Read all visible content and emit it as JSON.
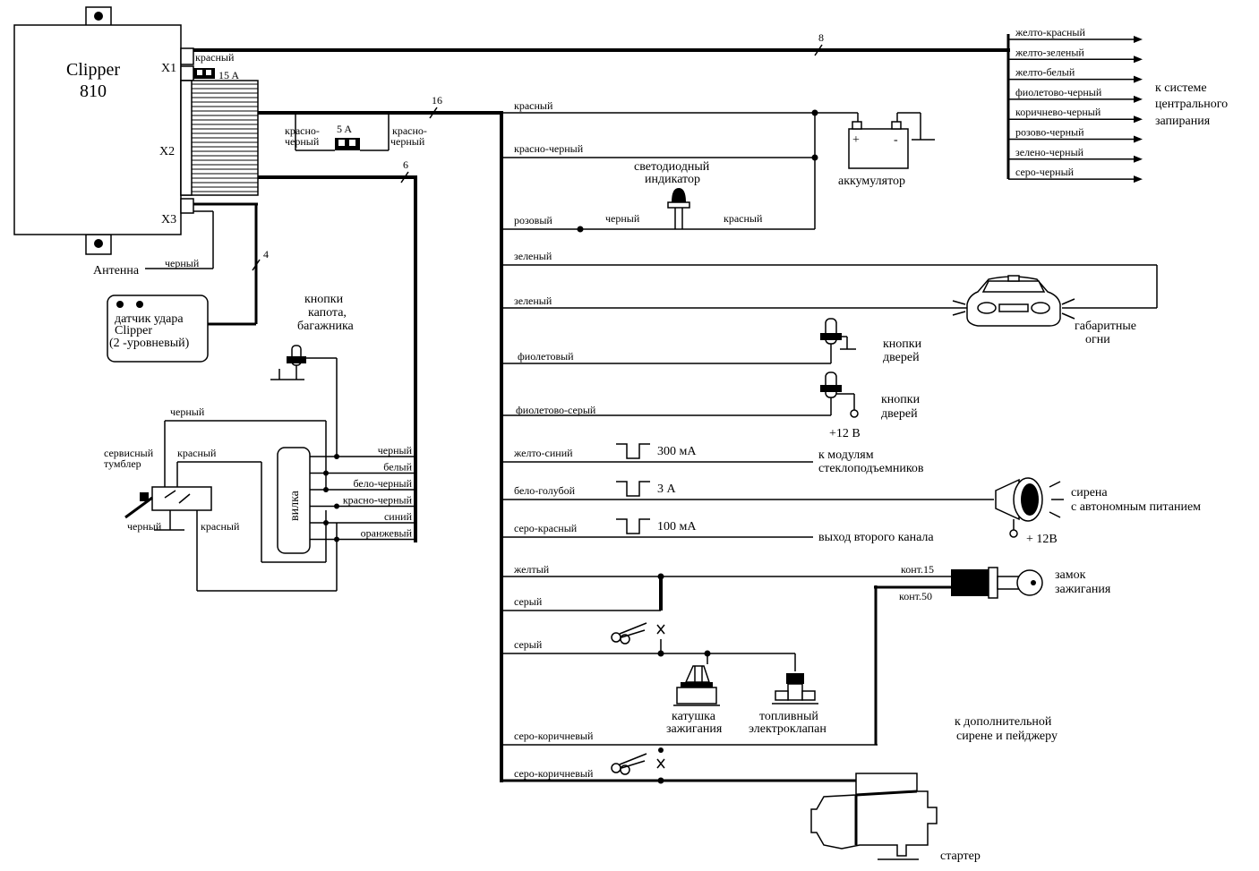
{
  "unit": {
    "brand": "Clipper",
    "model": "810",
    "x1": "X1",
    "x2": "X2",
    "x3": "X3"
  },
  "bus_counts": {
    "n8": "8",
    "n16": "16",
    "n6": "6",
    "n4": "4"
  },
  "fuses": {
    "f15": "15 A",
    "f5": "5 A"
  },
  "left": {
    "red_x1": "красный",
    "red_black_a": "красно-",
    "red_black_b": "черный",
    "red_black2_a": "красно-",
    "red_black2_b": "черный",
    "antenna": "Антенна",
    "antenna_black": "черный",
    "shock_1": "датчик удара",
    "shock_2": "Clipper",
    "shock_3": "(2 -уровневый)",
    "hood_1": "кнопки",
    "hood_2": "капота,",
    "hood_3": "багажника",
    "plug": "вилка",
    "toggle_1": "сервисный",
    "toggle_2": "тумблер",
    "tg_black_top": "черный",
    "tg_red_top": "красный",
    "tg_black_bot": "черный",
    "tg_red_bot": "красный",
    "plug_wires": [
      "черный",
      "белый",
      "бело-черный",
      "красно-черный",
      "синий",
      "оранжевый"
    ]
  },
  "central_lock": {
    "wires": [
      "желто-красный",
      "желто-зеленый",
      "желто-белый",
      "фиолетово-черный",
      "коричнево-черный",
      "розово-черный",
      "зелено-черный",
      "серо-черный"
    ],
    "target_1": "к системе",
    "target_2": "центрального",
    "target_3": "запирания"
  },
  "main": {
    "w_red": "красный",
    "w_red_black": "красно-черный",
    "w_pink": "розовый",
    "pink_black": "черный",
    "pink_red": "красный",
    "led_1": "светодиодный",
    "led_2": "индикатор",
    "battery": "аккумулятор",
    "bat_plus": "+",
    "bat_minus": "-",
    "w_green1": "зеленый",
    "w_green2": "зеленый",
    "lights_1": "габаритные",
    "lights_2": "огни",
    "w_violet": "фиолетовый",
    "door1_1": "кнопки",
    "door1_2": "дверей",
    "w_violet_gray": "фиолетово-серый",
    "door2_1": "кнопки",
    "door2_2": "дверей",
    "plus12_a": "+12 В",
    "w_yellow_blue": "желто-синий",
    "ma300": "300 мА",
    "windows_1": "к модулям",
    "windows_2": "стеклоподъемников",
    "w_white_blue": "бело-голубой",
    "a3": "3 А",
    "siren_1": "сирена",
    "siren_2": "с автономным питанием",
    "plus12_b": "+ 12В",
    "w_gray_red": "серо-красный",
    "ma100": "100 мА",
    "second_ch": "выход второго канала",
    "w_yellow": "желтый",
    "k15": "конт.15",
    "k50": "конт.50",
    "ign_1": "замок",
    "ign_2": "зажигания",
    "w_gray1": "серый",
    "w_gray2": "серый",
    "coil_1": "катушка",
    "coil_2": "зажигания",
    "valve_1": "топливный",
    "valve_2": "электроклапан",
    "pager_1": "к дополнительной",
    "pager_2": "сирене и пейджеру",
    "w_gray_brown1": "серо-коричневый",
    "w_gray_brown2": "серо-коричневый",
    "starter": "стартер"
  }
}
